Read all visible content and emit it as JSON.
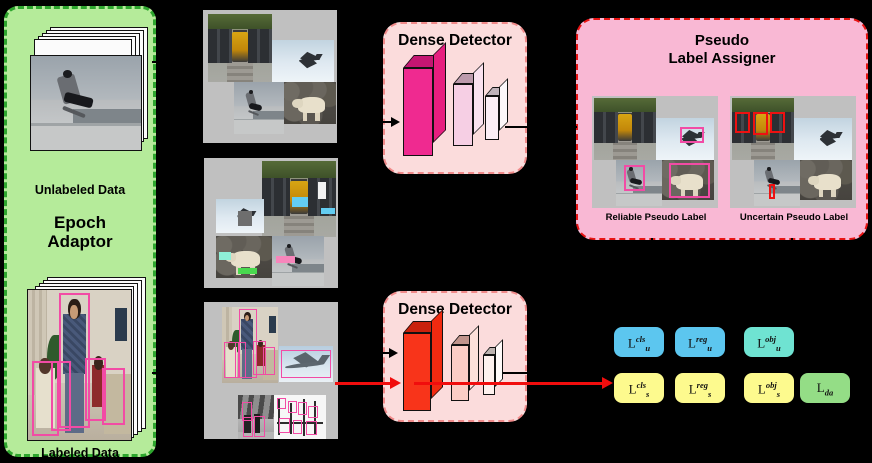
{
  "epoch_adaptor": {
    "title": "Epoch\nAdaptor",
    "unlabeled_caption": "Unlabeled Data",
    "labeled_caption": "Labeled Data",
    "panel_color": "#b5eb9a",
    "border_color": "#2ea62e"
  },
  "detectors": {
    "teacher": {
      "title": "Dense Detector",
      "block_color": "#e61e7f",
      "panel_color": "#fbdcdc"
    },
    "student": {
      "title": "Dense Detector",
      "block_color": "#f02a10",
      "panel_color": "#fbdcdc"
    }
  },
  "pseudo_label_assigner": {
    "title": "Pseudo\nLabel Assigner",
    "panel_color": "#f9b8d4",
    "border_color": "#e81414",
    "reliable_caption": "Reliable Pseudo Label",
    "uncertain_caption": "Uncertain Pseudo Label",
    "reliable_box_color": "#f24ba5",
    "uncertain_box_color": "#ee1111"
  },
  "losses": {
    "unsupervised": [
      {
        "name": "L_u_cls",
        "base": "L",
        "sup": "cls",
        "sub": "u",
        "color": "#5cc6ef"
      },
      {
        "name": "L_u_reg",
        "base": "L",
        "sup": "reg",
        "sub": "u",
        "color": "#5cc6ef"
      },
      {
        "name": "L_u_obj",
        "base": "L",
        "sup": "obj",
        "sub": "u",
        "color": "#6fe3d2"
      }
    ],
    "supervised": [
      {
        "name": "L_s_cls",
        "base": "L",
        "sup": "cls",
        "sub": "s",
        "color": "#fdfa8e"
      },
      {
        "name": "L_s_reg",
        "base": "L",
        "sup": "reg",
        "sub": "s",
        "color": "#fdfa8e"
      },
      {
        "name": "L_s_obj",
        "base": "L",
        "sup": "obj",
        "sub": "s",
        "color": "#fdfa8e"
      },
      {
        "name": "L_da",
        "base": "L",
        "sup": "",
        "sub": "da",
        "color": "#94dd86"
      }
    ]
  },
  "flow": {
    "weak_aug_label": "",
    "strong_aug_label": "",
    "arrow_color_primary": "#000000",
    "arrow_color_highlight": "#f10d0d"
  }
}
